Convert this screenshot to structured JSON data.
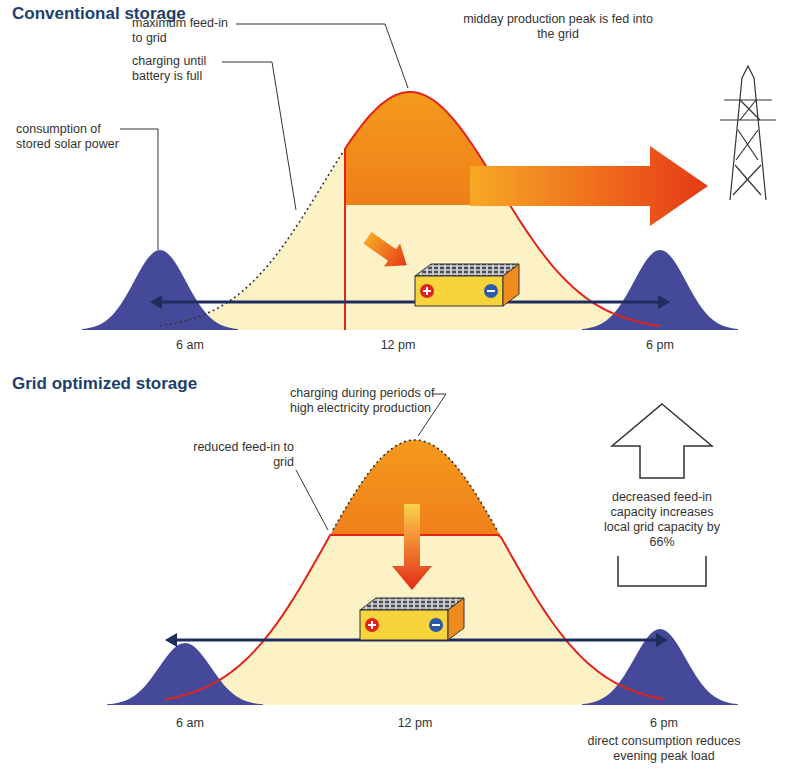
{
  "diagram": {
    "labels": [
      "Conventional storage",
      "maximum feed-in to grid",
      "midday production peak is fed into the grid",
      "charging until battery is full",
      "consumption of stored solar power",
      "6 am",
      "12 pm",
      "6 pm",
      "Grid optimized storage",
      "charging during periods of high electricity production",
      "reduced feed-in to grid",
      "decreased feed-in capacity increases local grid capacity by 66%",
      "6 am",
      "12 pm",
      "6 pm",
      "direct consumption reduces evening peak load"
    ]
  }
}
